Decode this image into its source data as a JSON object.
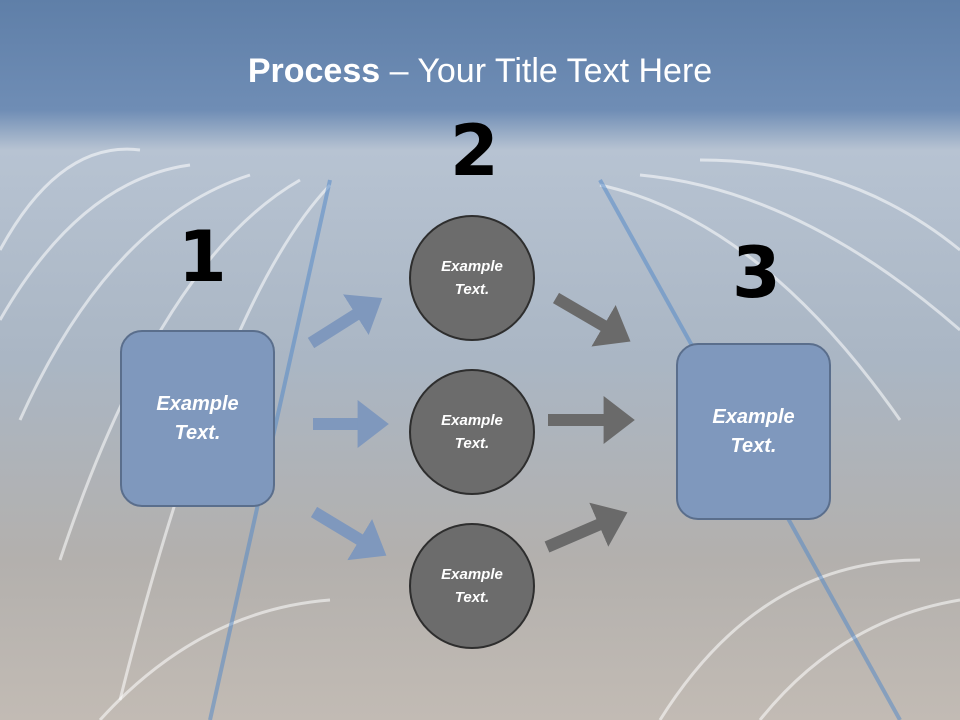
{
  "title": {
    "bold": "Process",
    "rest": " – Your Title Text Here"
  },
  "steps": [
    "1",
    "2",
    "3"
  ],
  "left_box": {
    "text": "Example Text."
  },
  "circles": [
    {
      "text": "Example Text."
    },
    {
      "text": "Example Text."
    },
    {
      "text": "Example Text."
    }
  ],
  "right_box": {
    "text": "Example Text."
  },
  "colors": {
    "box": "#7f98bd",
    "circle": "#6c6c6c",
    "arrow_blue": "#7f98bd",
    "arrow_gray": "#6a6a6a"
  }
}
